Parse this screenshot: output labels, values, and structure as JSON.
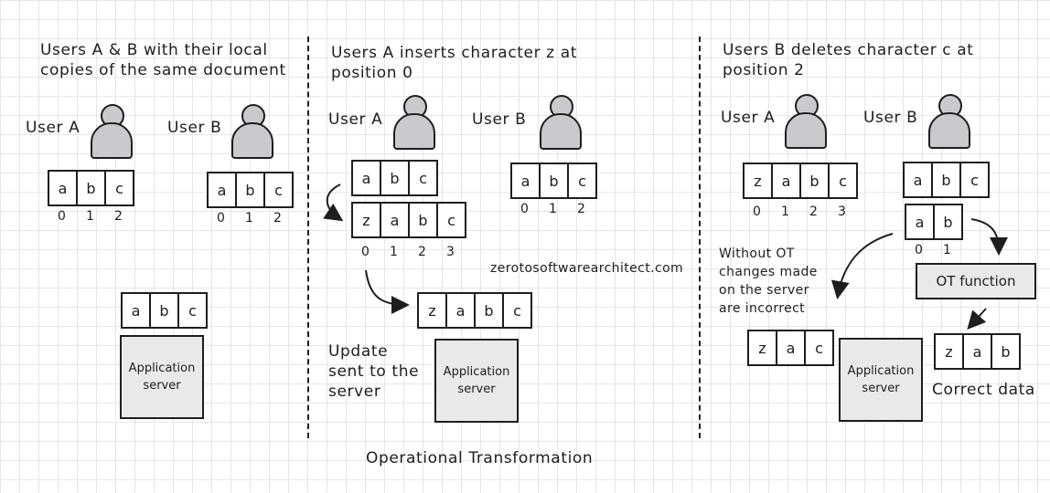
{
  "diagram": {
    "title": "Operational Transformation",
    "watermark": "zerotosoftwarearchitect.com"
  },
  "panel1": {
    "heading": "Users A & B with their local copies of the same document",
    "user_a": "User A",
    "user_b": "User B",
    "doc_a": [
      "a",
      "b",
      "c"
    ],
    "idx_a": [
      "0",
      "1",
      "2"
    ],
    "doc_b": [
      "a",
      "b",
      "c"
    ],
    "idx_b": [
      "0",
      "1",
      "2"
    ],
    "server_doc": [
      "a",
      "b",
      "c"
    ],
    "server_label": "Application server"
  },
  "panel2": {
    "heading": "Users A inserts character z at position 0",
    "user_a": "User A",
    "user_b": "User B",
    "doc_a_before": [
      "a",
      "b",
      "c"
    ],
    "doc_a_after": [
      "z",
      "a",
      "b",
      "c"
    ],
    "idx_a_after": [
      "0",
      "1",
      "2",
      "3"
    ],
    "doc_b": [
      "a",
      "b",
      "c"
    ],
    "idx_b": [
      "0",
      "1",
      "2"
    ],
    "server_doc": [
      "z",
      "a",
      "b",
      "c"
    ],
    "update_note": "Update sent to the server",
    "server_label": "Application server"
  },
  "panel3": {
    "heading": "Users B deletes character c at position 2",
    "user_a": "User A",
    "user_b": "User B",
    "doc_a": [
      "z",
      "a",
      "b",
      "c"
    ],
    "idx_a": [
      "0",
      "1",
      "2",
      "3"
    ],
    "doc_b_before": [
      "a",
      "b",
      "c"
    ],
    "doc_b_after": [
      "a",
      "b"
    ],
    "idx_b_after": [
      "0",
      "1"
    ],
    "without_ot_note": "Without OT changes made on the server are incorrect",
    "incorrect_doc": [
      "z",
      "a",
      "c"
    ],
    "server_label": "Application server",
    "ot_function": "OT function",
    "correct_doc": [
      "z",
      "a",
      "b"
    ],
    "correct_label": "Correct data"
  }
}
